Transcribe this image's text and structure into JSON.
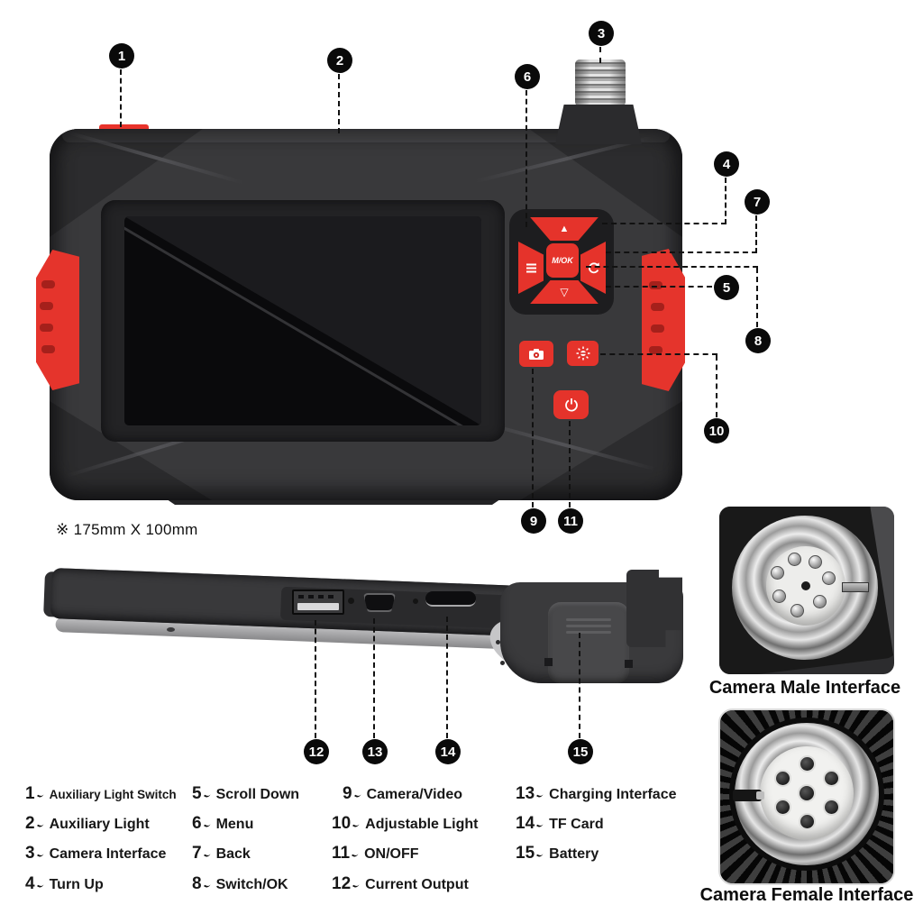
{
  "note": {
    "mark": "※",
    "text": "175mm X 100mm"
  },
  "device": {
    "ok_label": "M/OK",
    "up_glyph": "▲",
    "down_glyph": "▽"
  },
  "colors": {
    "accent_red": "#e5332b",
    "body_gray": "#39393b",
    "screen_black": "#0a0a0c"
  },
  "legend": {
    "items": [
      {
        "num": "1",
        "label": "Auxiliary Light Switch"
      },
      {
        "num": "2",
        "label": "Auxiliary Light"
      },
      {
        "num": "3",
        "label": "Camera Interface"
      },
      {
        "num": "4",
        "label": "Turn Up"
      },
      {
        "num": "5",
        "label": "Scroll Down"
      },
      {
        "num": "6",
        "label": "Menu"
      },
      {
        "num": "7",
        "label": "Back"
      },
      {
        "num": "8",
        "label": "Switch/OK"
      },
      {
        "num": "9",
        "label": "Camera/Video"
      },
      {
        "num": "10",
        "label": "Adjustable Light"
      },
      {
        "num": "11",
        "label": "ON/OFF"
      },
      {
        "num": "12",
        "label": "Current Output"
      },
      {
        "num": "13",
        "label": "Charging Interface"
      },
      {
        "num": "14",
        "label": "TF Card"
      },
      {
        "num": "15",
        "label": "Battery"
      }
    ]
  },
  "photos": {
    "male": {
      "caption": "Camera Male Interface"
    },
    "female": {
      "caption": "Camera Female Interface"
    }
  }
}
